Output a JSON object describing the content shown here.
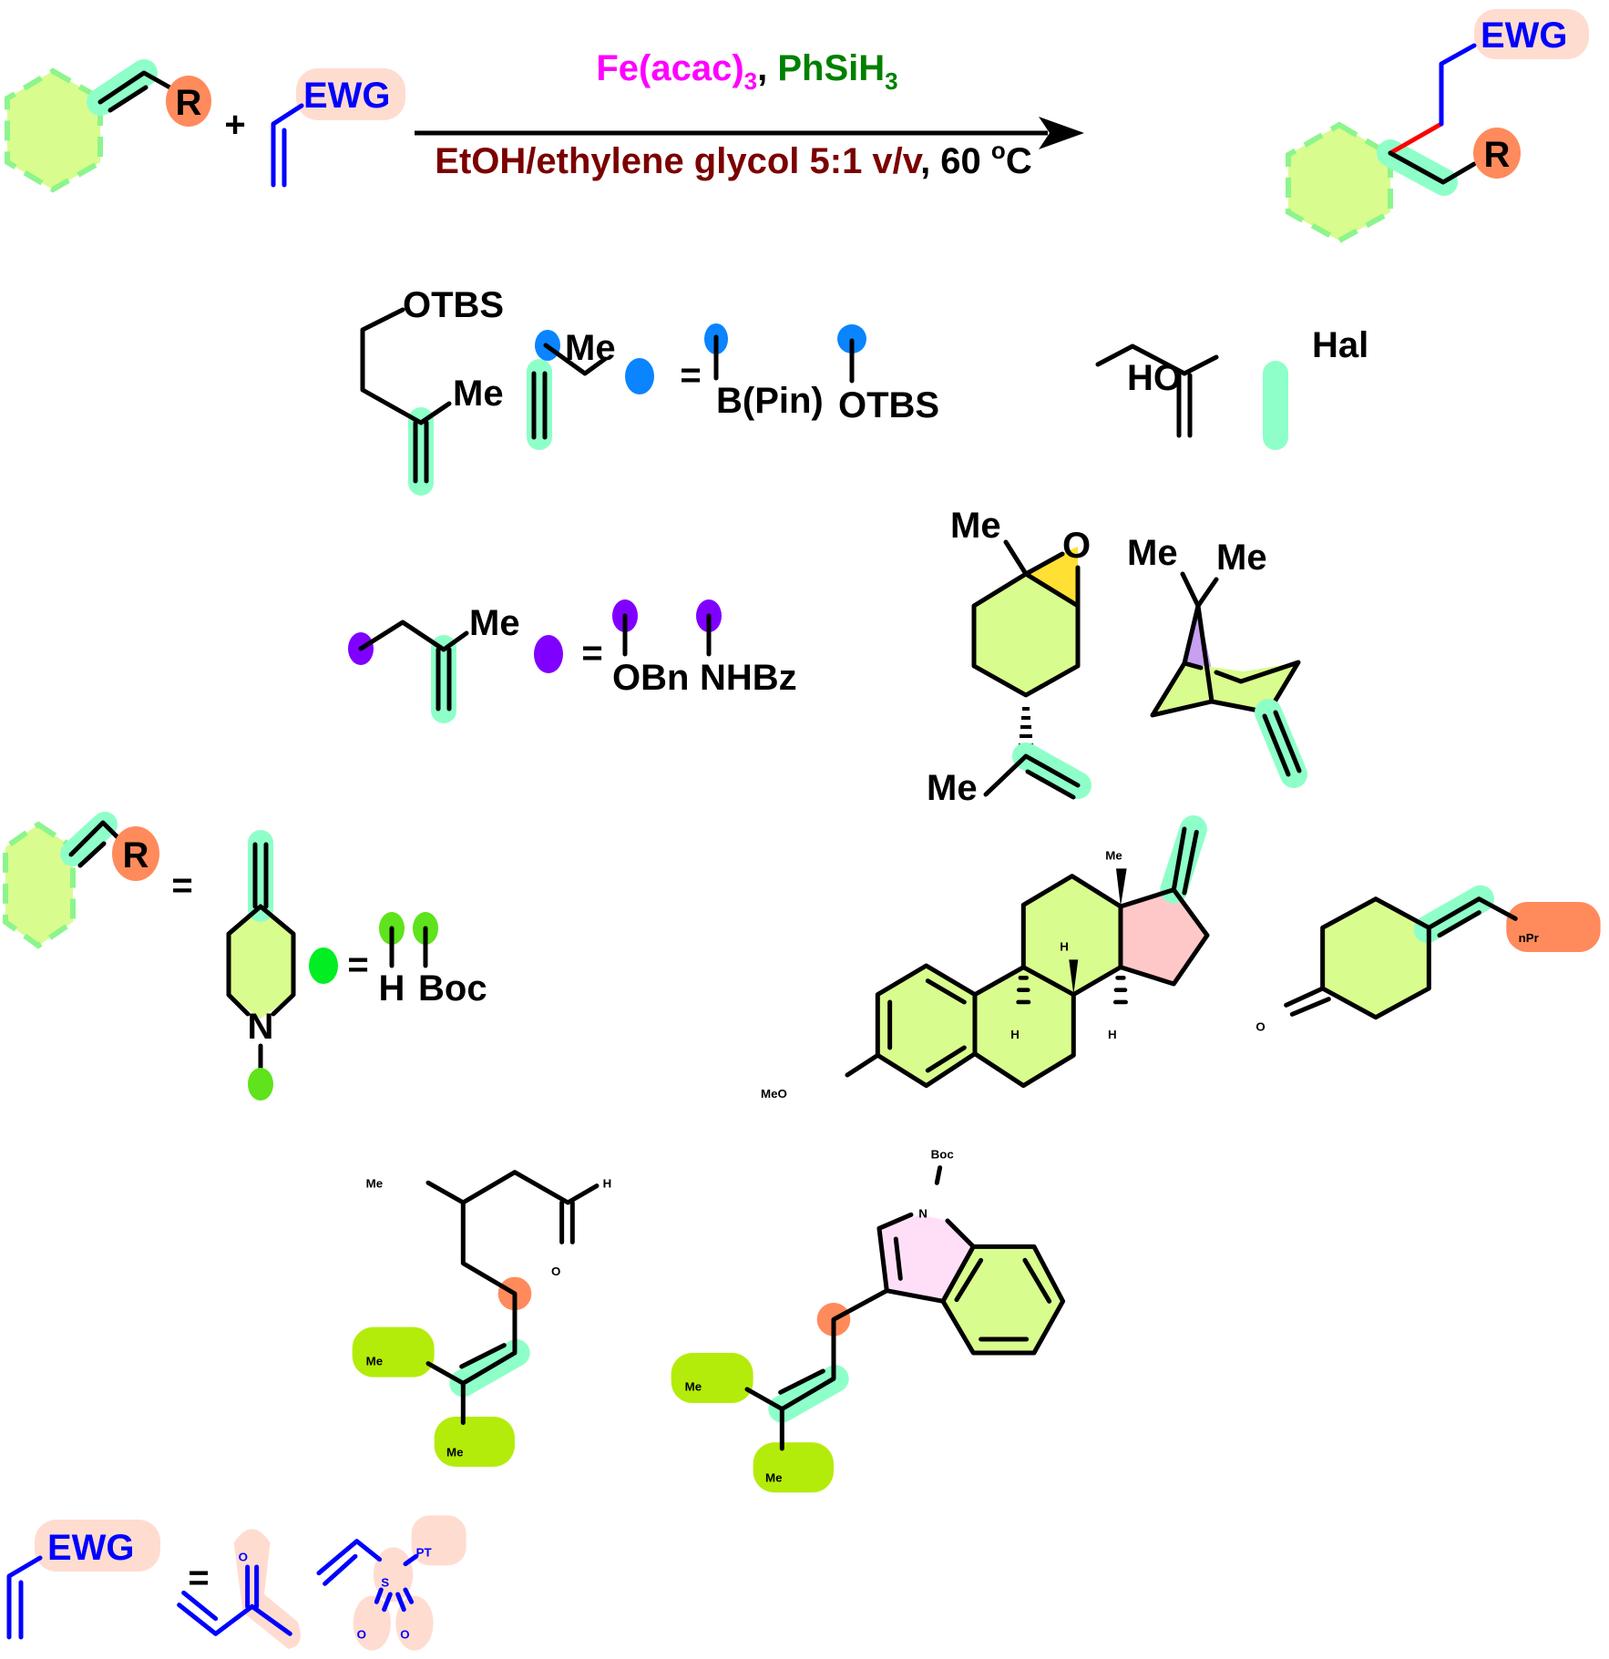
{
  "scheme": {
    "reactant_r_label": "R",
    "plus_sign": "+",
    "ewg_label": "EWG",
    "reagent_catalyst": "Fe(acac)",
    "reagent_catalyst_sub": "3",
    "reagent_comma": ", ",
    "reagent_silane": "PhSiH",
    "reagent_silane_sub": "3",
    "conditions_solvent": "EtOH/ethylene glycol 5:1 v/v",
    "conditions_temp": ", 60 ",
    "conditions_degree": "o",
    "conditions_unit": "C",
    "product_ewg_label": "EWG",
    "product_r_label": "R"
  },
  "colors": {
    "catalyst": "#ff00ff",
    "silane": "#008000",
    "solvent": "#7b0000",
    "ewg_blue": "#0000ff",
    "alkene_highlight": "#8effc8",
    "ring_fill": "#d9fc8e",
    "r_group": "#ff8a5c",
    "ewg_highlight": "#ffdcd0",
    "new_bond": "#ff0000",
    "blue_dot": "#0a84ff",
    "purple_dot": "#7f00ff",
    "green_dot": "#5ee31c",
    "bright_green_dot": "#00ee22",
    "epoxide": "#ffe033",
    "bridge": "#c7a0f0",
    "cyclopentane": "#ffc8c8",
    "indole_pyrrole": "#ffdff8",
    "me_highlight": "#b3ec0a"
  },
  "row1": {
    "otbs_alkene": {
      "otbs": "OTBS",
      "me": "Me"
    },
    "dot_alkene": {
      "me": "Me"
    },
    "equals": "=",
    "blue_options": [
      "B(Pin)",
      "OTBS"
    ],
    "hal_alkene": {
      "ho": "HO",
      "hal": "Hal"
    }
  },
  "row2": {
    "dot_alkene": {
      "me": "Me"
    },
    "equals": "=",
    "purple_options": [
      "OBn",
      "NHBz"
    ],
    "epoxide": {
      "me": "Me",
      "o": "O",
      "me2": "Me"
    },
    "pinene": {
      "me1": "Me",
      "me2": "Me"
    }
  },
  "row3": {
    "r_label": "R",
    "equals": "=",
    "piperidine": {
      "n": "N"
    },
    "equals2": "=",
    "green_options": [
      "H",
      "Boc"
    ],
    "steroid": {
      "me": "Me",
      "h1": "H",
      "h2": "H",
      "h3": "H",
      "meo": "MeO"
    },
    "ketone": {
      "o": "O",
      "npr": "nPr"
    }
  },
  "row4": {
    "citronellal": {
      "me": "Me",
      "h": "H",
      "o": "O",
      "me1": "Me",
      "me2": "Me"
    },
    "indole": {
      "boc": "Boc",
      "n": "N",
      "me1": "Me",
      "me2": "Me"
    }
  },
  "ewg_def": {
    "ewg": "EWG",
    "equals": "=",
    "enone_o": "O",
    "sulfone_s": "S",
    "sulfone_pt": "PT",
    "sulfone_o1": "O",
    "sulfone_o2": "O"
  }
}
